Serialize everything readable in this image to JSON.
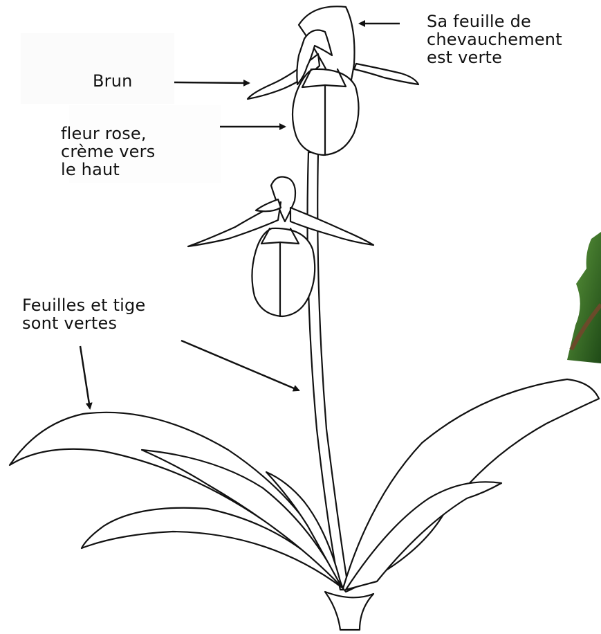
{
  "labels": {
    "brun": [
      "Brun"
    ],
    "fleur": [
      "fleur rose,",
      "crème vers",
      "le haut"
    ],
    "feuille_chevauchement": [
      "Sa feuille de",
      "chevauchement",
      "est verte"
    ],
    "feuilles_tige": [
      "Feuilles et tige",
      "sont vertes"
    ]
  },
  "colors": {
    "line": "#111111",
    "background": "#ffffff",
    "leaf_photo_dark": "#1f4a17",
    "leaf_photo_light": "#5f9b3d",
    "leaf_photo_stem": "#6b4a2a"
  }
}
